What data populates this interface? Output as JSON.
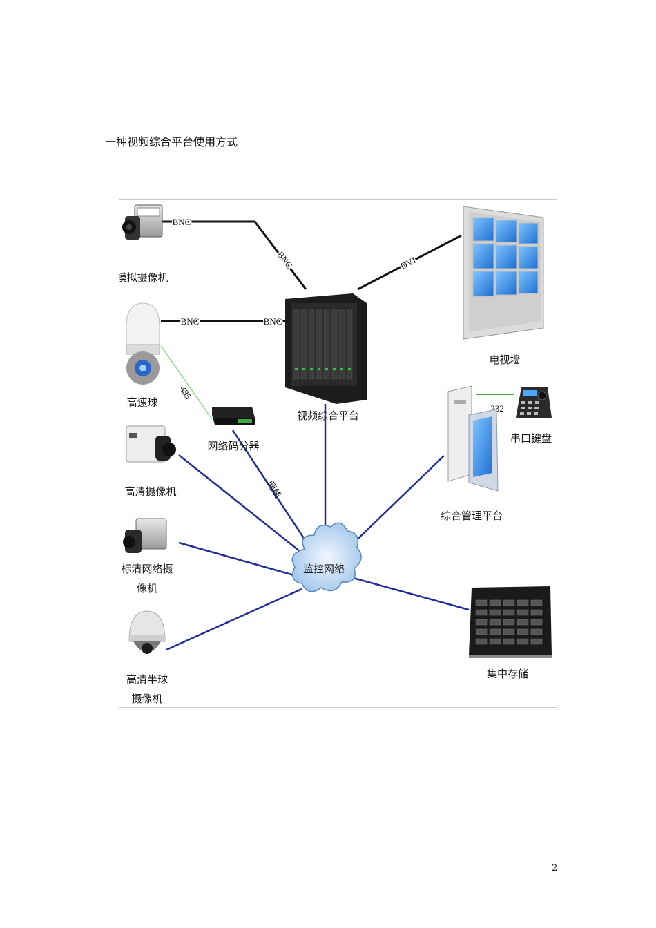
{
  "caption": "一种视频综合平台使用方式",
  "page_number": "2",
  "devices": {
    "analog_camera": "模拟摄像机",
    "speed_dome": "高速球",
    "network_decoder": "网络码分器",
    "hd_camera": "高清摄像机",
    "sd_network_camera_line1": "标清网络摄",
    "sd_network_camera_line2": "像机",
    "hd_half_dome_line1": "高清半球",
    "hd_half_dome_line2": "摄像机",
    "video_platform": "视频综合平台",
    "video_wall": "电视墙",
    "serial_keyboard": "串口键盘",
    "management_platform": "综合管理平台",
    "central_storage": "集中存储",
    "monitoring_network": "监控网络"
  },
  "links": {
    "bnc_1a": "BNC",
    "bnc_1b": "BNC",
    "bnc_2a": "BNC",
    "bnc_2b": "BNC",
    "dvi": "DVI",
    "rs485": "485",
    "rs232": "232",
    "network_cable": "网线"
  },
  "colors": {
    "network_line": "#1f2e9a",
    "control_line": "#8fd88f",
    "coax_line": "#111111"
  }
}
